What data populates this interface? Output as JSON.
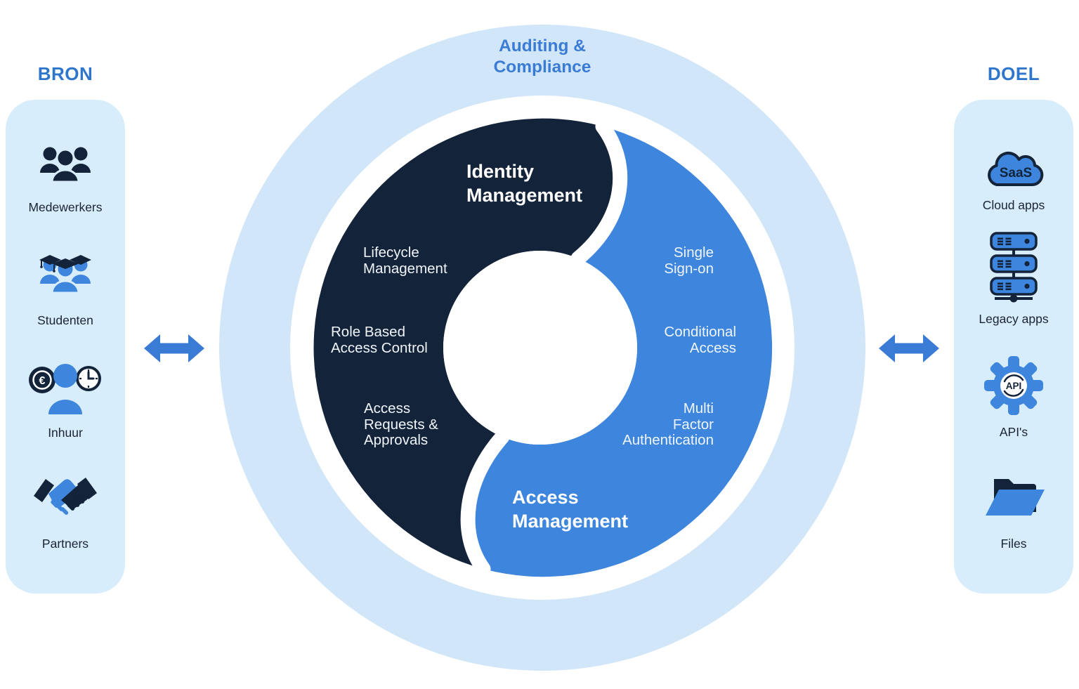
{
  "colors": {
    "background": "#ffffff",
    "panel_bg": "#d8edfb",
    "outer_ring": "#d1e6f8",
    "navy": "#132339",
    "blue": "#3d85dd",
    "accent_blue": "#3a7cd5",
    "header_blue": "#2e76cb",
    "item_label_text": "#1a2433",
    "white": "#ffffff"
  },
  "left_panel": {
    "title": "BRON",
    "items": [
      {
        "label": "Medewerkers",
        "icon": "people-group-icon"
      },
      {
        "label": "Studenten",
        "icon": "students-icon"
      },
      {
        "label": "Inhuur",
        "icon": "contractor-icon",
        "icon_text": "€"
      },
      {
        "label": "Partners",
        "icon": "handshake-icon"
      }
    ]
  },
  "right_panel": {
    "title": "DOEL",
    "items": [
      {
        "label": "Cloud apps",
        "icon": "saas-cloud-icon",
        "icon_text": "SaaS"
      },
      {
        "label": "Legacy apps",
        "icon": "servers-icon"
      },
      {
        "label": "API's",
        "icon": "api-gear-icon",
        "icon_text": "API"
      },
      {
        "label": "Files",
        "icon": "folder-icon"
      }
    ]
  },
  "diagram": {
    "ring_label": "Auditing &\nCompliance",
    "identity": {
      "title": "Identity\nManagement",
      "items": [
        "Lifecycle\nManagement",
        "Role Based\nAccess Control",
        "Access\nRequests &\nApprovals"
      ]
    },
    "access": {
      "title": "Access\nManagement",
      "items": [
        "Single\nSign-on",
        "Conditional\nAccess",
        "Multi\nFactor\nAuthentication"
      ]
    }
  }
}
